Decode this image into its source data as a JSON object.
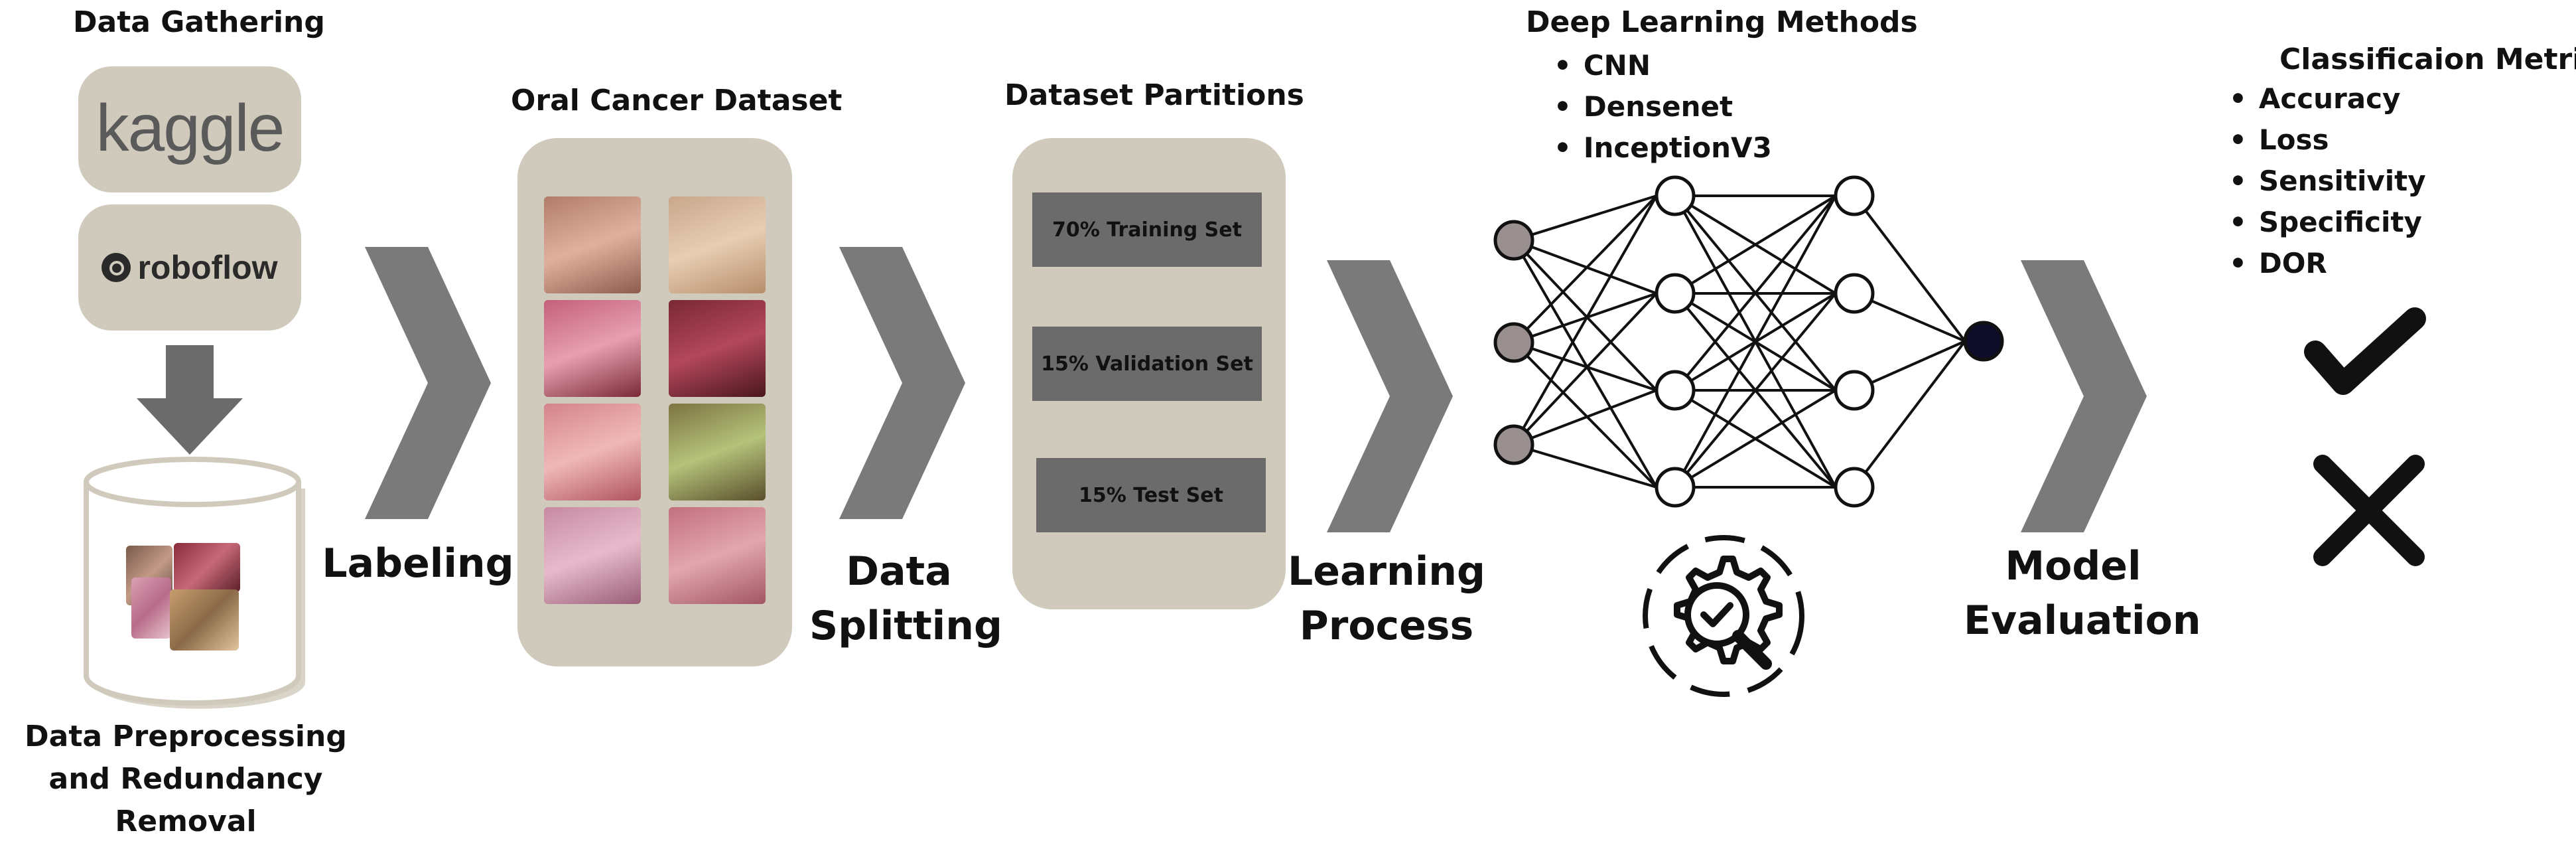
{
  "stages": {
    "gathering_title": "Data Gathering",
    "preprocessing_label": "Data Preprocessing and Redundancy Removal",
    "labeling_label": "Labeling",
    "dataset_title": "Oral Cancer Dataset",
    "splitting_label": "Data Splitting",
    "partitions_title": "Dataset Partitions",
    "learning_label": "Learning Process",
    "dl_title": "Deep Learning Methods",
    "evaluation_label": "Model Evaluation",
    "metrics_title": "Classificaion Metrics"
  },
  "logos": {
    "kaggle": "kaggle",
    "roboflow": "roboflow"
  },
  "partitions": [
    "70% Training Set",
    "15% Validation Set",
    "15% Test Set"
  ],
  "dl_methods": [
    "CNN",
    "Densenet",
    "InceptionV3"
  ],
  "metrics": [
    "Accuracy",
    "Loss",
    "Sensitivity",
    "Specificity",
    "DOR"
  ],
  "colors": {
    "panel": "#cfcabb",
    "chevron": "#7a7a7a",
    "bar": "#6b6b6b",
    "input_node": "#9a8f8f",
    "output_node": "#0d0d2a"
  },
  "icons": [
    "down-arrow-icon",
    "database-icon",
    "chevron-icon",
    "gear-search-icon",
    "check-icon",
    "cross-icon"
  ]
}
